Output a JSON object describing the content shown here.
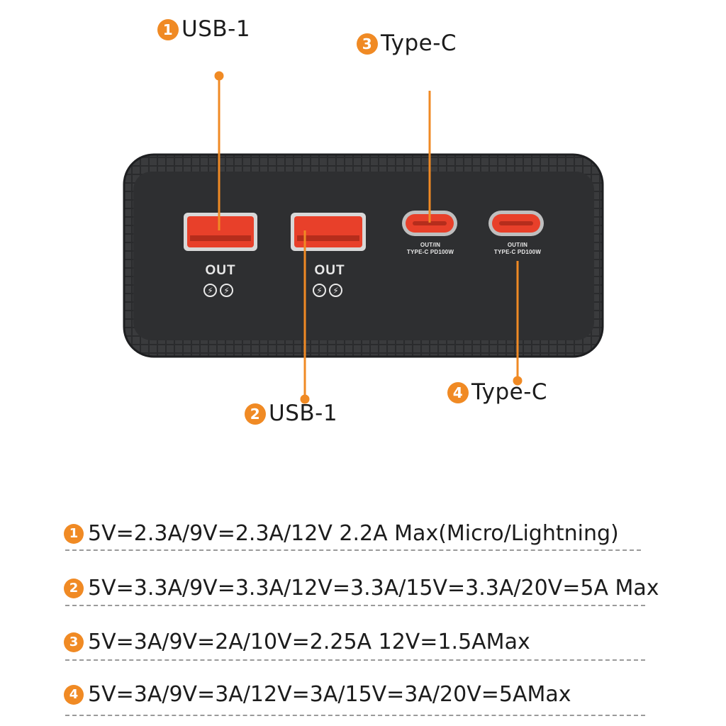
{
  "callouts": [
    {
      "num": "1",
      "label": "USB-1"
    },
    {
      "num": "2",
      "label": "USB-1"
    },
    {
      "num": "3",
      "label": "Type-C"
    },
    {
      "num": "4",
      "label": "Type-C"
    }
  ],
  "ports": {
    "usb_label": "OUT",
    "typec_line1": "OUT/IN",
    "typec_line2": "TYPE-C PD100W",
    "fast_charge_icon": "lightning-bolt-icon"
  },
  "specs": [
    {
      "num": "1",
      "text": "5V=2.3A/9V=2.3A/12V  2.2A Max(Micro/Lightning)"
    },
    {
      "num": "2",
      "text": "5V=3.3A/9V=3.3A/12V=3.3A/15V=3.3A/20V=5A Max"
    },
    {
      "num": "3",
      "text": "5V=3A/9V=2A/10V=2.25A  12V=1.5AMax"
    },
    {
      "num": "4",
      "text": "5V=3A/9V=3A/12V=3A/15V=3A/20V=5AMax"
    }
  ],
  "colors": {
    "accent": "#f08a24",
    "device": "#2e2f31",
    "port": "#e8402a"
  }
}
